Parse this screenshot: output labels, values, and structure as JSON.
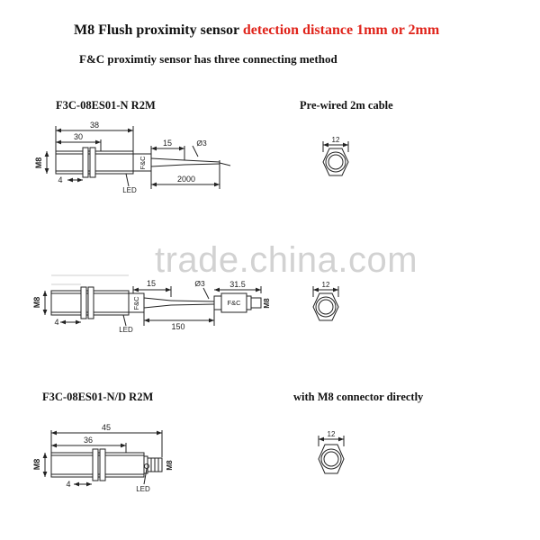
{
  "header": {
    "title_main": "M8 Flush proximity sensor ",
    "title_highlight": "detection distance 1mm or 2mm",
    "subtitle": "F&C  proximtiy sensor has three connecting method"
  },
  "colors": {
    "highlight": "#e0241b",
    "line": "#222222",
    "watermark": "#d2d2d2"
  },
  "watermark": "trade.china.com",
  "sections": [
    {
      "model": "F3C-08ES01-N R2M",
      "caption": "Pre-wired 2m cable",
      "dims": {
        "overall": "38",
        "body": "30",
        "tail": "15",
        "cable_dia": "Ø3",
        "cable_len": "2000",
        "thread": "M8",
        "nut": "4"
      },
      "brand": "F&C",
      "led": "LED",
      "nut_width": "12"
    },
    {
      "model": "",
      "caption": "",
      "dims": {
        "tail": "15",
        "cable_dia": "Ø3",
        "plug_len": "31.5",
        "cable_len": "150",
        "thread": "M8",
        "nut": "4",
        "plug_thread": "M8"
      },
      "brand": "F&C",
      "plug_brand": "F&C",
      "led": "LED",
      "nut_width": "12"
    },
    {
      "model": "F3C-08ES01-N/D R2M",
      "caption": "with M8 connector directly",
      "dims": {
        "overall": "45",
        "body": "36",
        "thread": "M8",
        "nut": "4",
        "plug_thread": "M8"
      },
      "led": "LED",
      "nut_width": "12"
    }
  ]
}
